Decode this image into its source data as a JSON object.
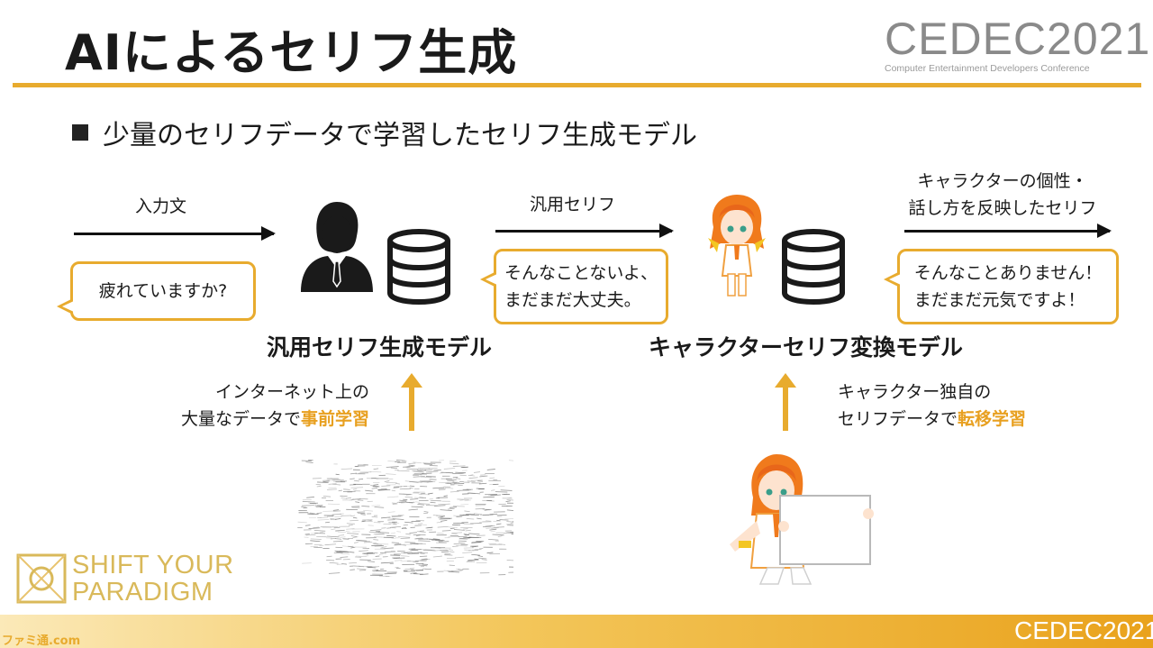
{
  "slide": {
    "title": "AIによるセリフ生成",
    "subtitle": "少量のセリフデータで学習したセリフ生成モデル"
  },
  "logos": {
    "cedec_top": "CEDEC2021",
    "cedec_top_sub": "Computer Entertainment Developers Conference",
    "cedec_bottom": "CEDEC2021",
    "shift_line1": "SHIFT YOUR",
    "shift_line2": "PARADIGM",
    "watermark": "ファミ通.com"
  },
  "flow": {
    "input_label": "入力文",
    "input_bubble": "疲れていますか?",
    "generic_label": "汎用セリフ",
    "generic_bubble_line1": "そんなことないよ、",
    "generic_bubble_line2": "まだまだ大丈夫。",
    "output_label_line1": "キャラクターの個性・",
    "output_label_line2": "話し方を反映したセリフ",
    "output_bubble_line1": "そんなことありません！",
    "output_bubble_line2": "まだまだ元気ですよ！"
  },
  "models": {
    "generic_model": "汎用セリフ生成モデル",
    "character_model": "キャラクターセリフ変換モデル"
  },
  "training": {
    "pretrain_line1": "インターネット上の",
    "pretrain_line2_prefix": "大量なデータで",
    "pretrain_highlight": "事前学習",
    "transfer_line1": "キャラクター独自の",
    "transfer_line2_prefix": "セリフデータで",
    "transfer_highlight": "転移学習"
  },
  "colors": {
    "accent": "#e8ab2e",
    "highlight_text": "#e8a020",
    "text": "#1a1a1a"
  },
  "icons": [
    "person-icon",
    "database-icon",
    "character-icon",
    "noise-data-image",
    "shift-your-paradigm-logo"
  ]
}
